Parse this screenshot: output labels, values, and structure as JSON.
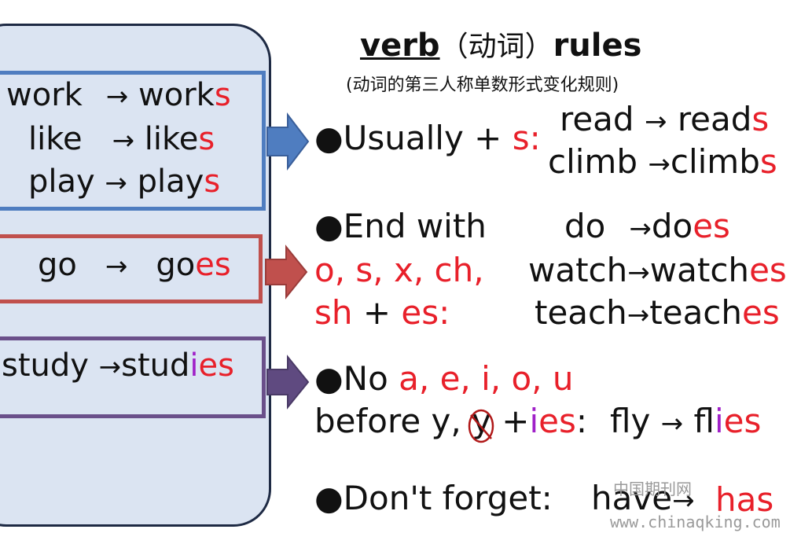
{
  "title": {
    "verb": "verb",
    "cn": "（动词）",
    "rules": "rules"
  },
  "subtitle": "(动词的第三人称单数形式变化规则)",
  "arrow": "→",
  "left": {
    "work": [
      "work",
      "work",
      "s"
    ],
    "like": [
      "like",
      "like",
      "s"
    ],
    "play": [
      "play",
      "play",
      "s"
    ],
    "go": [
      "go",
      "go",
      "es"
    ],
    "study": [
      "study",
      "stud",
      "i",
      "es"
    ]
  },
  "rule1": {
    "bullet": "●",
    "text": "Usually + ",
    "suffix": "s:",
    "ex1": [
      "read",
      "read",
      "s"
    ],
    "ex2": [
      "climb",
      "climb",
      "s"
    ]
  },
  "rule2": {
    "bullet": "●",
    "line1": "End with",
    "line2": "o, s, x, ch,",
    "line3a": "sh",
    "line3b": " + ",
    "line3c": "es:",
    "ex1": [
      "do",
      "do",
      "es"
    ],
    "ex2": [
      "watch",
      "watch",
      "es"
    ],
    "ex3": [
      "teach",
      "teach",
      "es"
    ]
  },
  "rule3": {
    "bullet": "●",
    "no": "No ",
    "vowels": "a, e, i, o, u",
    "before": "before y, ",
    "y": "y",
    "plus": " +",
    "i": "i",
    "es": "es",
    "colon": ":",
    "ex": [
      "fly",
      "fl",
      "i",
      "es"
    ]
  },
  "rule4": {
    "bullet": "●",
    "text": "Don't forget:",
    "have": "have",
    "has": "has"
  },
  "watermark": {
    "cn": "中国期刊网",
    "url": "www.chinaqking.com"
  },
  "colors": {
    "red": "#e8202a",
    "purple": "#a020c8",
    "blue_box": "#4f7dc0",
    "red_box": "#c0504d",
    "purple_box": "#6a4f8a",
    "panel": "#dbe4f2"
  }
}
